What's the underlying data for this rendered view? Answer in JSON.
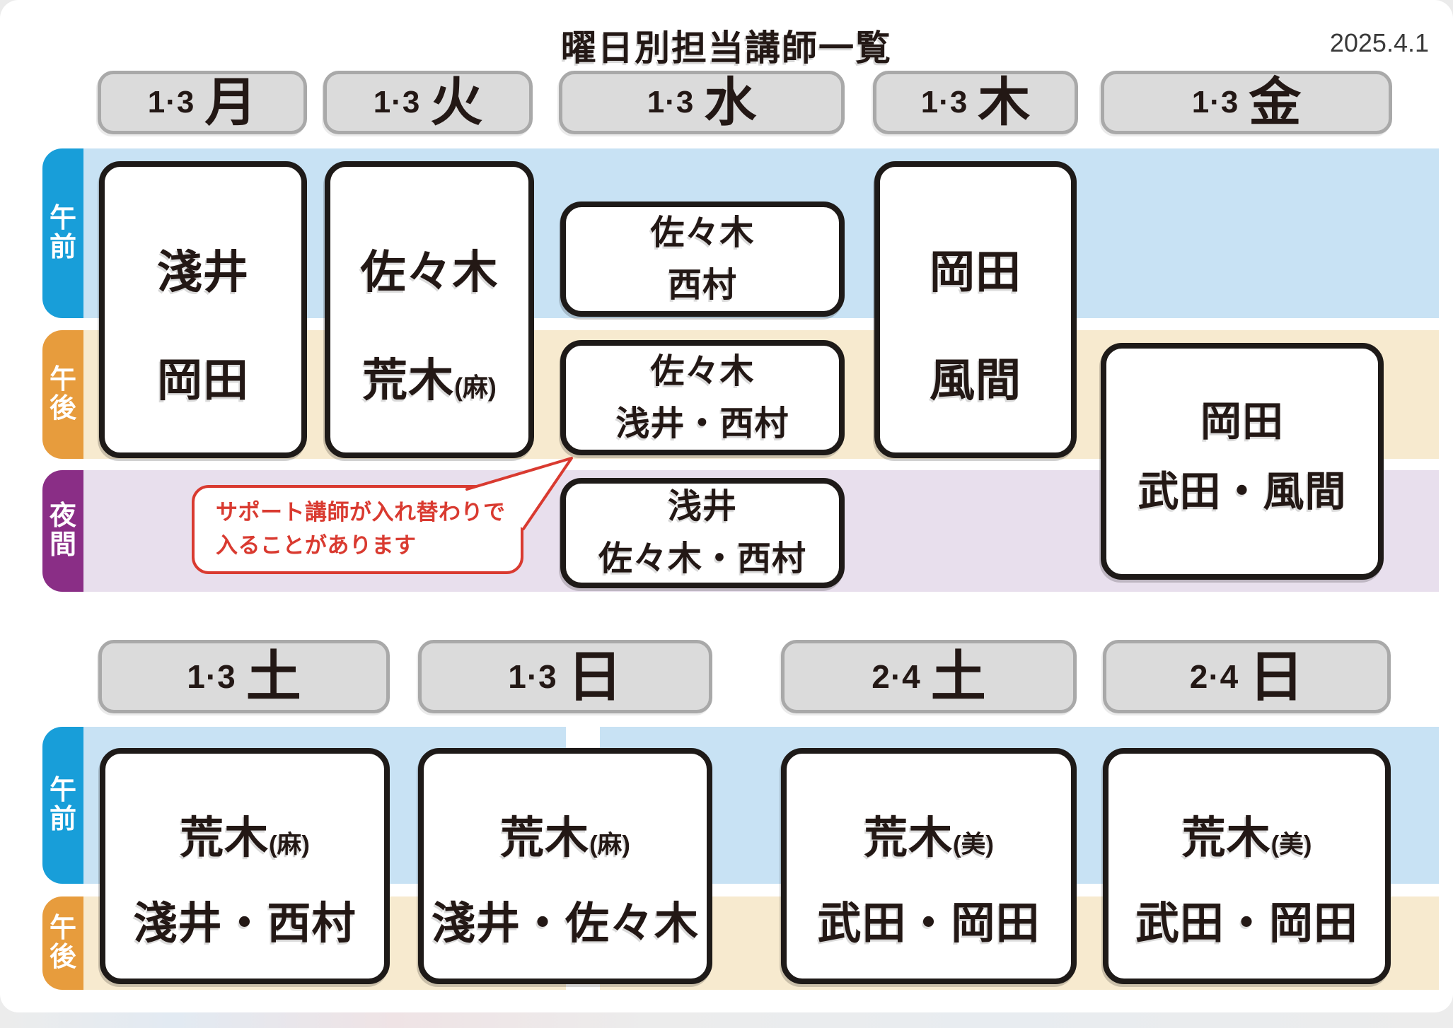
{
  "page": {
    "title": "曜日別担当講師一覧",
    "date": "2025.4.1"
  },
  "time_labels": {
    "morning": "午前",
    "afternoon": "午後",
    "evening": "夜間"
  },
  "note": {
    "line1": "サポート講師が入れ替わりで",
    "line2": "入ることがあります"
  },
  "colors": {
    "ink": "#231815",
    "morning": "#189ED9",
    "morning_band": "#C8E2F4",
    "afternoon": "#E79C3D",
    "afternoon_band": "#F7EACF",
    "evening": "#8A2E86",
    "evening_band": "#E8DFED",
    "header_fill": "#DBDBDB",
    "header_border": "#A9A9A9",
    "note_red": "#D93A30"
  },
  "top": {
    "headers": [
      {
        "weeks": "1·3",
        "day": "月"
      },
      {
        "weeks": "1·3",
        "day": "火"
      },
      {
        "weeks": "1·3",
        "day": "水"
      },
      {
        "weeks": "1·3",
        "day": "木"
      },
      {
        "weeks": "1·3",
        "day": "金"
      }
    ],
    "monday": {
      "line1": "淺井",
      "line2": "岡田"
    },
    "tuesday": {
      "line1": "佐々木",
      "line2_main": "荒木",
      "line2_suffix": "(麻)"
    },
    "wednesday_morning": {
      "line1": "佐々木",
      "line2": "西村"
    },
    "wednesday_afternoon": {
      "line1": "佐々木",
      "line2": "浅井・西村"
    },
    "wednesday_evening": {
      "line1": "浅井",
      "line2": "佐々木・西村"
    },
    "thursday": {
      "line1": "岡田",
      "line2": "風間"
    },
    "friday": {
      "line1": "岡田",
      "line2": "武田・風間"
    }
  },
  "bottom": {
    "headers": [
      {
        "weeks": "1·3",
        "day": "土"
      },
      {
        "weeks": "1·3",
        "day": "日"
      },
      {
        "weeks": "2·4",
        "day": "土"
      },
      {
        "weeks": "2·4",
        "day": "日"
      }
    ],
    "sat13": {
      "line1_main": "荒木",
      "line1_suffix": "(麻)",
      "line2": "淺井・西村"
    },
    "sun13": {
      "line1_main": "荒木",
      "line1_suffix": "(麻)",
      "line2": "淺井・佐々木"
    },
    "sat24": {
      "line1_main": "荒木",
      "line1_suffix": "(美)",
      "line2": "武田・岡田"
    },
    "sun24": {
      "line1_main": "荒木",
      "line1_suffix": "(美)",
      "line2": "武田・岡田"
    }
  }
}
